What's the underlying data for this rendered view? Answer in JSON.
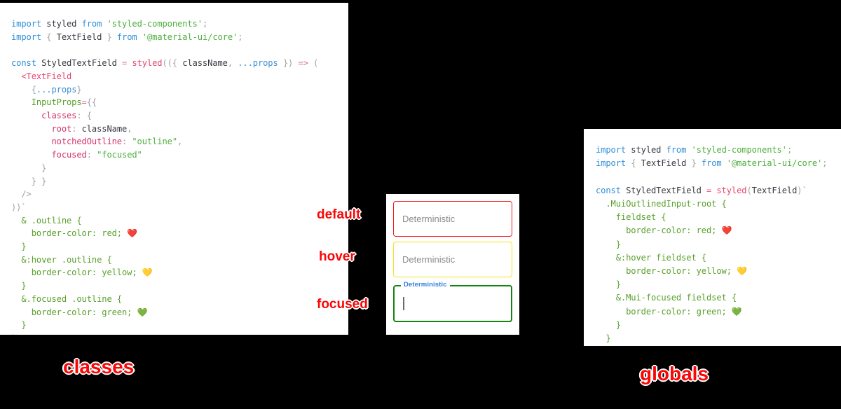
{
  "left_panel": {
    "name": "classes approach code",
    "lines": [
      [
        {
          "t": "kw",
          "s": "import"
        },
        {
          "t": "sp",
          "s": " "
        },
        {
          "t": "id",
          "s": "styled"
        },
        {
          "t": "sp",
          "s": " "
        },
        {
          "t": "kw",
          "s": "from"
        },
        {
          "t": "sp",
          "s": " "
        },
        {
          "t": "str",
          "s": "'styled-components'"
        },
        {
          "t": "punct",
          "s": ";"
        }
      ],
      [
        {
          "t": "kw",
          "s": "import"
        },
        {
          "t": "sp",
          "s": " "
        },
        {
          "t": "punct",
          "s": "{ "
        },
        {
          "t": "id",
          "s": "TextField"
        },
        {
          "t": "punct",
          "s": " }"
        },
        {
          "t": "sp",
          "s": " "
        },
        {
          "t": "kw",
          "s": "from"
        },
        {
          "t": "sp",
          "s": " "
        },
        {
          "t": "str",
          "s": "'@material-ui/core'"
        },
        {
          "t": "punct",
          "s": ";"
        }
      ],
      [],
      [
        {
          "t": "kw",
          "s": "const"
        },
        {
          "t": "sp",
          "s": " "
        },
        {
          "t": "id",
          "s": "StyledTextField"
        },
        {
          "t": "sp",
          "s": " "
        },
        {
          "t": "op",
          "s": "="
        },
        {
          "t": "sp",
          "s": " "
        },
        {
          "t": "fn",
          "s": "styled"
        },
        {
          "t": "punct",
          "s": "(({ "
        },
        {
          "t": "id",
          "s": "className"
        },
        {
          "t": "punct",
          "s": ", "
        },
        {
          "t": "var",
          "s": "...props"
        },
        {
          "t": "punct",
          "s": " }) "
        },
        {
          "t": "op",
          "s": "=>"
        },
        {
          "t": "punct",
          "s": " ("
        }
      ],
      [
        {
          "t": "sp",
          "s": "  "
        },
        {
          "t": "fn",
          "s": "<TextField"
        }
      ],
      [
        {
          "t": "sp",
          "s": "    "
        },
        {
          "t": "punct",
          "s": "{"
        },
        {
          "t": "var",
          "s": "...props"
        },
        {
          "t": "punct",
          "s": "}"
        }
      ],
      [
        {
          "t": "sp",
          "s": "    "
        },
        {
          "t": "prop",
          "s": "InputProps"
        },
        {
          "t": "op",
          "s": "="
        },
        {
          "t": "punct",
          "s": "{{"
        }
      ],
      [
        {
          "t": "sp",
          "s": "      "
        },
        {
          "t": "key",
          "s": "classes"
        },
        {
          "t": "punct",
          "s": ": {"
        }
      ],
      [
        {
          "t": "sp",
          "s": "        "
        },
        {
          "t": "key",
          "s": "root"
        },
        {
          "t": "punct",
          "s": ": "
        },
        {
          "t": "id",
          "s": "className"
        },
        {
          "t": "punct",
          "s": ","
        }
      ],
      [
        {
          "t": "sp",
          "s": "        "
        },
        {
          "t": "key",
          "s": "notchedOutline"
        },
        {
          "t": "punct",
          "s": ": "
        },
        {
          "t": "str",
          "s": "\"outline\""
        },
        {
          "t": "punct",
          "s": ","
        }
      ],
      [
        {
          "t": "sp",
          "s": "        "
        },
        {
          "t": "key",
          "s": "focused"
        },
        {
          "t": "punct",
          "s": ": "
        },
        {
          "t": "str",
          "s": "\"focused\""
        }
      ],
      [
        {
          "t": "sp",
          "s": "      "
        },
        {
          "t": "punct",
          "s": "}"
        }
      ],
      [
        {
          "t": "sp",
          "s": "    "
        },
        {
          "t": "punct",
          "s": "} }"
        }
      ],
      [
        {
          "t": "sp",
          "s": "  "
        },
        {
          "t": "punct",
          "s": "/>"
        }
      ],
      [
        {
          "t": "punct",
          "s": "))`"
        }
      ],
      [
        {
          "t": "sp",
          "s": "  "
        },
        {
          "t": "css",
          "s": "& .outline {"
        }
      ],
      [
        {
          "t": "sp",
          "s": "    "
        },
        {
          "t": "css",
          "s": "border-color: red; "
        },
        {
          "t": "emoji",
          "s": "❤️"
        }
      ],
      [
        {
          "t": "sp",
          "s": "  "
        },
        {
          "t": "css",
          "s": "}"
        }
      ],
      [
        {
          "t": "sp",
          "s": "  "
        },
        {
          "t": "css",
          "s": "&:hover .outline {"
        }
      ],
      [
        {
          "t": "sp",
          "s": "    "
        },
        {
          "t": "css",
          "s": "border-color: yellow; "
        },
        {
          "t": "emoji",
          "s": "💛"
        }
      ],
      [
        {
          "t": "sp",
          "s": "  "
        },
        {
          "t": "css",
          "s": "}"
        }
      ],
      [
        {
          "t": "sp",
          "s": "  "
        },
        {
          "t": "css",
          "s": "&.focused .outline {"
        }
      ],
      [
        {
          "t": "sp",
          "s": "    "
        },
        {
          "t": "css",
          "s": "border-color: green; "
        },
        {
          "t": "emoji",
          "s": "💚"
        }
      ],
      [
        {
          "t": "sp",
          "s": "  "
        },
        {
          "t": "css",
          "s": "}"
        }
      ],
      [
        {
          "t": "punct",
          "s": "`;"
        }
      ]
    ]
  },
  "right_panel": {
    "name": "globals approach code",
    "lines": [
      [
        {
          "t": "kw",
          "s": "import"
        },
        {
          "t": "sp",
          "s": " "
        },
        {
          "t": "id",
          "s": "styled"
        },
        {
          "t": "sp",
          "s": " "
        },
        {
          "t": "kw",
          "s": "from"
        },
        {
          "t": "sp",
          "s": " "
        },
        {
          "t": "str",
          "s": "'styled-components'"
        },
        {
          "t": "punct",
          "s": ";"
        }
      ],
      [
        {
          "t": "kw",
          "s": "import"
        },
        {
          "t": "sp",
          "s": " "
        },
        {
          "t": "punct",
          "s": "{ "
        },
        {
          "t": "id",
          "s": "TextField"
        },
        {
          "t": "punct",
          "s": " }"
        },
        {
          "t": "sp",
          "s": " "
        },
        {
          "t": "kw",
          "s": "from"
        },
        {
          "t": "sp",
          "s": " "
        },
        {
          "t": "str",
          "s": "'@material-ui/core'"
        },
        {
          "t": "punct",
          "s": ";"
        }
      ],
      [],
      [
        {
          "t": "kw",
          "s": "const"
        },
        {
          "t": "sp",
          "s": " "
        },
        {
          "t": "id",
          "s": "StyledTextField"
        },
        {
          "t": "sp",
          "s": " "
        },
        {
          "t": "op",
          "s": "="
        },
        {
          "t": "sp",
          "s": " "
        },
        {
          "t": "fn",
          "s": "styled"
        },
        {
          "t": "punct",
          "s": "("
        },
        {
          "t": "id",
          "s": "TextField"
        },
        {
          "t": "punct",
          "s": ")`"
        }
      ],
      [
        {
          "t": "sp",
          "s": "  "
        },
        {
          "t": "css",
          "s": ".MuiOutlinedInput-root {"
        }
      ],
      [
        {
          "t": "sp",
          "s": "    "
        },
        {
          "t": "css",
          "s": "fieldset {"
        }
      ],
      [
        {
          "t": "sp",
          "s": "      "
        },
        {
          "t": "css",
          "s": "border-color: red; "
        },
        {
          "t": "emoji",
          "s": "❤️"
        }
      ],
      [
        {
          "t": "sp",
          "s": "    "
        },
        {
          "t": "css",
          "s": "}"
        }
      ],
      [
        {
          "t": "sp",
          "s": "    "
        },
        {
          "t": "css",
          "s": "&:hover fieldset {"
        }
      ],
      [
        {
          "t": "sp",
          "s": "      "
        },
        {
          "t": "css",
          "s": "border-color: yellow; "
        },
        {
          "t": "emoji",
          "s": "💛"
        }
      ],
      [
        {
          "t": "sp",
          "s": "    "
        },
        {
          "t": "css",
          "s": "}"
        }
      ],
      [
        {
          "t": "sp",
          "s": "    "
        },
        {
          "t": "css",
          "s": "&.Mui-focused fieldset {"
        }
      ],
      [
        {
          "t": "sp",
          "s": "      "
        },
        {
          "t": "css",
          "s": "border-color: green; "
        },
        {
          "t": "emoji",
          "s": "💚"
        }
      ],
      [
        {
          "t": "sp",
          "s": "    "
        },
        {
          "t": "css",
          "s": "}"
        }
      ],
      [
        {
          "t": "sp",
          "s": "  "
        },
        {
          "t": "css",
          "s": "}"
        }
      ],
      [
        {
          "t": "punct",
          "s": "`;"
        }
      ]
    ]
  },
  "demo": {
    "fields": [
      {
        "state": "default",
        "value": "Deterministic",
        "border_color": "#f31b1b",
        "label": null
      },
      {
        "state": "hover",
        "value": "Deterministic",
        "border_color": "#f2e41b",
        "label": null
      },
      {
        "state": "focused",
        "value": "",
        "border_color": "#13840f",
        "label": "Deterministic"
      }
    ]
  },
  "callouts": {
    "default": "default",
    "hover": "hover",
    "focused": "focused",
    "left_title": "classes",
    "right_title": "globals"
  },
  "colors": {
    "callout_text": "#fb0606",
    "callout_outline": "#ffffff",
    "panel_bg": "#ffffff",
    "page_bg": "#000000",
    "notch_label": "#2f7fe0",
    "placeholder_text": "#8b8b8b"
  }
}
